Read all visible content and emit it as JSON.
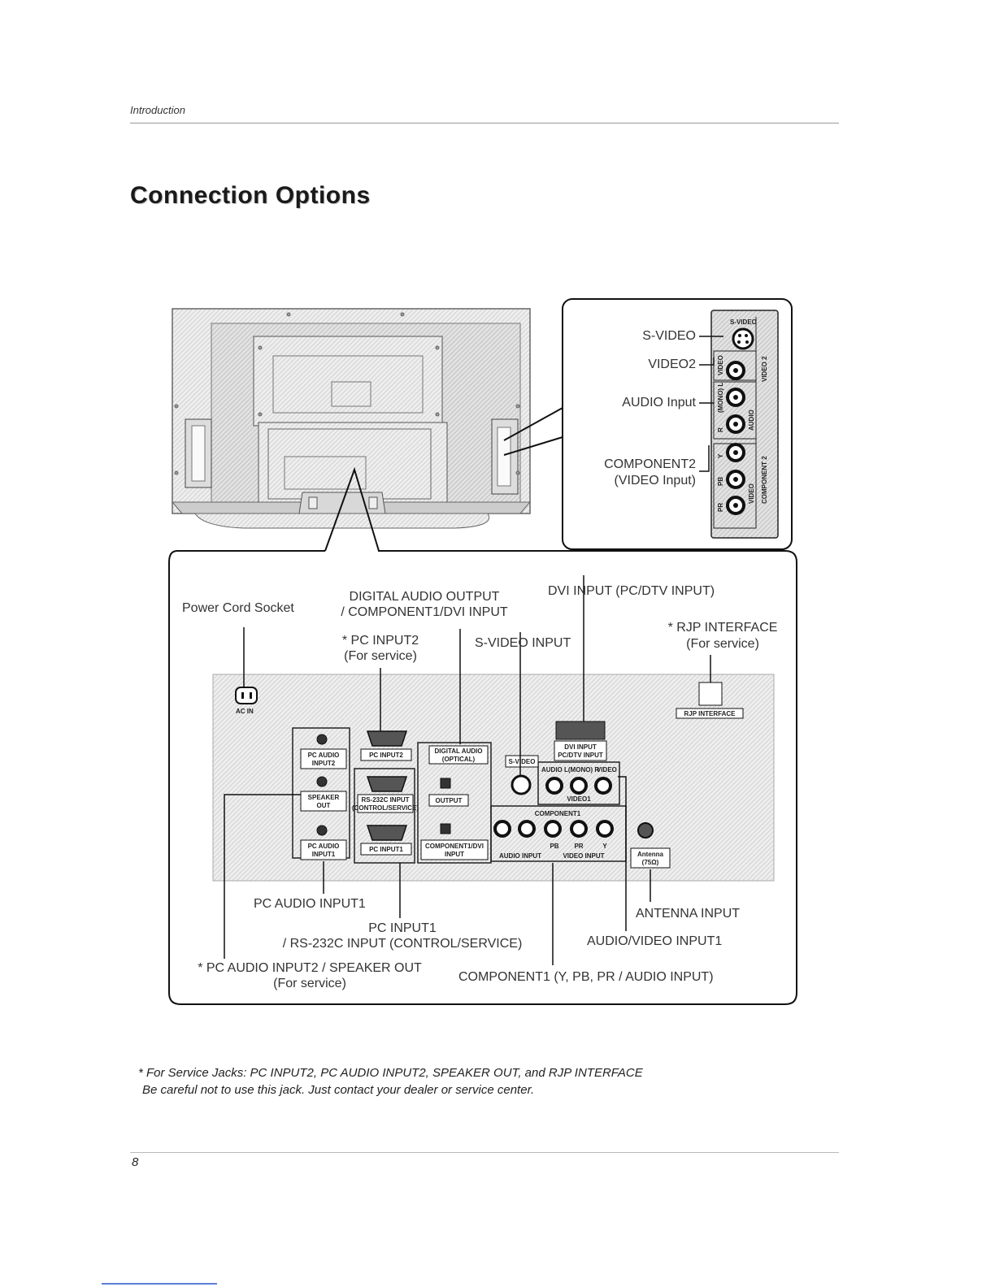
{
  "header": {
    "section": "Introduction"
  },
  "title": "Connection Options",
  "side_panel": {
    "callouts": {
      "s_video": "S-VIDEO",
      "video2": "VIDEO2",
      "audio_input": "AUDIO Input",
      "component2": "COMPONENT2",
      "component2_sub": "(VIDEO Input)"
    },
    "printed": {
      "s_video": "S-VIDEO",
      "video": "VIDEO",
      "mono_l": "(MONO) L",
      "r": "R",
      "audio": "AUDIO",
      "y": "Y",
      "pb": "PB",
      "pr": "PR",
      "video2": "VIDEO 2",
      "component2": "COMPONENT 2"
    }
  },
  "rear_panel": {
    "callouts": {
      "power_cord": "Power Cord Socket",
      "digital_audio_1": "DIGITAL AUDIO OUTPUT",
      "digital_audio_2": "/ COMPONENT1/DVI INPUT",
      "dvi_input": "DVI INPUT (PC/DTV INPUT)",
      "rjp_1": "* RJP INTERFACE",
      "rjp_2": "(For service)",
      "pc_input2_1": "* PC INPUT2",
      "pc_input2_2": "(For service)",
      "s_video_input": "S-VIDEO INPUT",
      "pc_audio_input1": "PC AUDIO INPUT1",
      "antenna_input": "ANTENNA INPUT",
      "pc_input1_1": "PC INPUT1",
      "pc_input1_2": "/ RS-232C INPUT (CONTROL/SERVICE)",
      "av_input1": "AUDIO/VIDEO INPUT1",
      "pc_audio2_1": "* PC AUDIO INPUT2 / SPEAKER OUT",
      "pc_audio2_2": "(For service)",
      "component1": "COMPONENT1 (Y, PB, PR / AUDIO INPUT)"
    },
    "printed": {
      "ac_in": "AC IN",
      "pc_audio_1": "PC AUDIO",
      "input2": "INPUT2",
      "speaker": "SPEAKER",
      "out": "OUT",
      "input1": "INPUT1",
      "pc_input2": "PC INPUT2",
      "rs232c_1": "RS-232C INPUT",
      "rs232c_2": "(CONTROL/SERVICE)",
      "pc_input1": "PC INPUT1",
      "digital_audio": "DIGITAL AUDIO",
      "optical": "(OPTICAL)",
      "output": "OUTPUT",
      "comp_dvi": "COMPONENT1/DVI",
      "input": "INPUT",
      "s_video": "S-VIDEO",
      "dvi_input": "DVI INPUT",
      "pc_dtv": "PC/DTV INPUT",
      "audio_lmono": "AUDIO L(MONO) R",
      "video": "VIDEO",
      "video1": "VIDEO1",
      "component1": "COMPONENT1",
      "audio_input": "AUDIO INPUT",
      "video_input": "VIDEO INPUT",
      "pb": "PB",
      "pr": "PR",
      "y": "Y",
      "antenna": "Antenna",
      "ohm": "(75Ω)",
      "rjp_interface": "RJP INTERFACE"
    }
  },
  "notes": [
    "* For Service Jacks: PC INPUT2, PC AUDIO INPUT2, SPEAKER OUT, and RJP INTERFACE",
    "Be careful not to use this jack. Just contact your dealer or service center."
  ],
  "page_number": "8"
}
